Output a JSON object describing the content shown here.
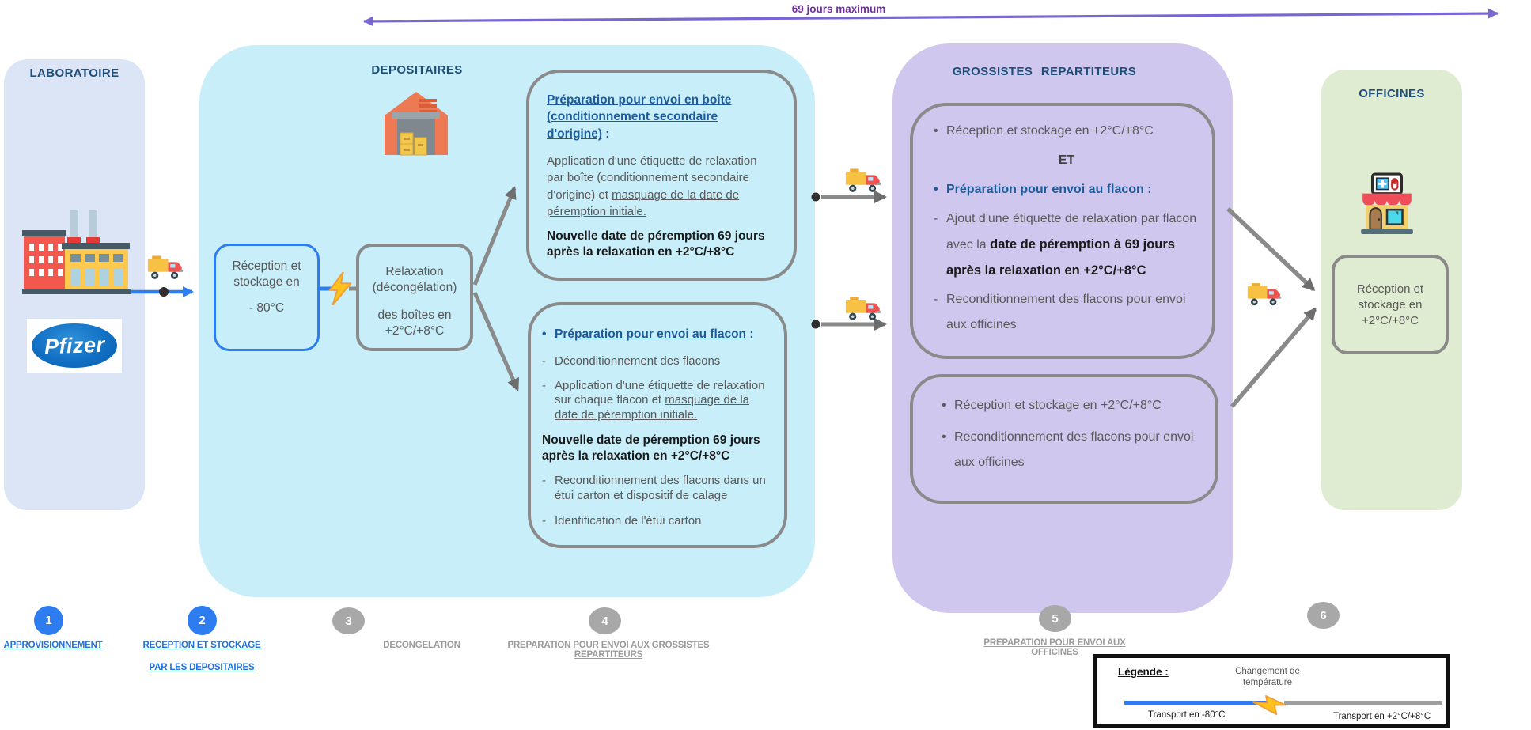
{
  "timeline": {
    "label": "69 jours maximum"
  },
  "laboratoire": {
    "title": "LABORATOIRE",
    "brand": "Pfizer"
  },
  "depositaires": {
    "title": "DEPOSITAIRES",
    "reception_box": {
      "text": "Réception et stockage en",
      "temp": "- 80°C"
    },
    "relaxation_box": {
      "line1": "Relaxation (décongélation)",
      "line2": "des boîtes en +2°C/+8°C"
    },
    "envoi_boite_box": {
      "heading": "Préparation pour envoi en boîte (conditionnement secondaire d'origine)",
      "heading_suffix": " :",
      "body_normal": "Application d'une étiquette de relaxation par boîte (conditionnement secondaire d'origine) et ",
      "body_underline": "masquage de la date de péremption initiale.",
      "highlight": "Nouvelle date de péremption 69 jours après la relaxation en +2°C/+8°C"
    },
    "envoi_flacon_box": {
      "heading": "Préparation pour envoi au flacon",
      "heading_suffix": " :",
      "item1": "Déconditionnement des flacons",
      "item2_normal": "Application d'une étiquette de relaxation sur chaque flacon et ",
      "item2_underline": "masquage de la date de péremption initiale.",
      "highlight": "Nouvelle date de péremption 69 jours après la relaxation en +2°C/+8°C",
      "item3": "Reconditionnement des flacons dans un étui carton et dispositif de calage",
      "item4": "Identification de l'étui carton"
    }
  },
  "grossistes": {
    "title": "GROSSISTES REPARTITEURS",
    "box1": {
      "item1": "Réception et stockage en +2°C/+8°C",
      "connector": "ET",
      "heading": "Préparation pour envoi au flacon",
      "heading_suffix": " :",
      "item2_normal": "Ajout d'une étiquette de relaxation par flacon avec la ",
      "item2_bold": "date de péremption à 69 jours après la relaxation en +2°C/+8°C",
      "item3": "Reconditionnement des flacons pour envoi aux officines"
    },
    "box2": {
      "item1": "Réception et stockage en +2°C/+8°C",
      "item2": "Reconditionnement des flacons pour envoi aux officines"
    }
  },
  "officines": {
    "title": "OFFICINES",
    "reception_box": {
      "text": "Réception et stockage en +2°C/+8°C"
    }
  },
  "steps": [
    {
      "num": "1",
      "label": "APPROVISIONNEMENT"
    },
    {
      "num": "2",
      "label_line1": "RECEPTION ET STOCKAGE",
      "label_line2": "PAR LES DEPOSITAIRES"
    },
    {
      "num": "3",
      "label": "DECONGELATION"
    },
    {
      "num": "4",
      "label": "PREPARATION POUR ENVOI AUX GROSSISTES REPARTITEURS"
    },
    {
      "num": "5",
      "label": "PREPARATION POUR ENVOI AUX OFFICINES"
    },
    {
      "num": "6",
      "label": ""
    }
  ],
  "legend": {
    "title": "Légende :",
    "change_label": "Changement de température",
    "transport_cold": "Transport en -80°C",
    "transport_warm": "Transport en +2°C/+8°C"
  },
  "colors": {
    "accent_blue": "#2E7DF0",
    "title_blue": "#1F4E79",
    "heading_blue": "#1B5A9B",
    "step_link_blue": "#2273DB",
    "purple_arrow": "#7A66D2",
    "purple_label": "#7030A0",
    "gray_border": "#8A8A8A",
    "gray_text": "#595959",
    "panel_laboratoire": "#DBE5F6",
    "panel_depositaires": "#C7EEF9",
    "panel_grossistes": "#CFC7ED",
    "panel_officines": "#E0ECD1"
  }
}
